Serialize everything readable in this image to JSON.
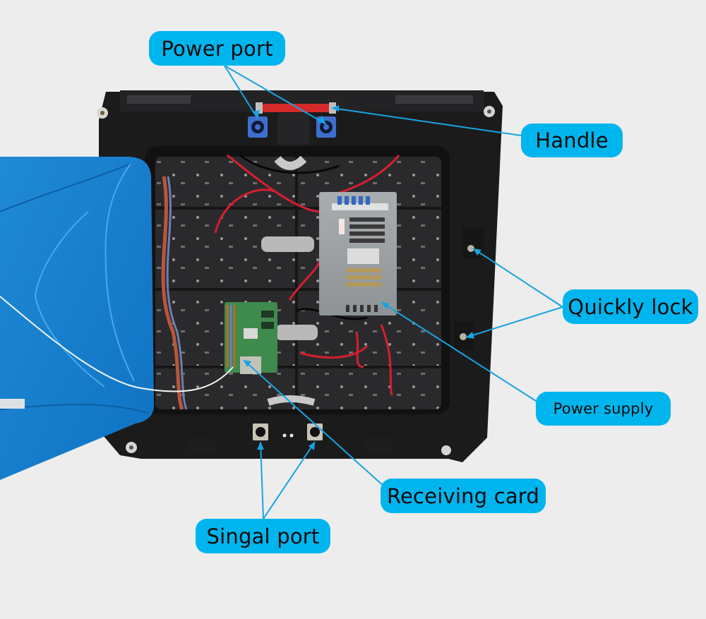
{
  "diagram": {
    "subject": "LED display cabinet rear view",
    "accent_color": "#00b5ee",
    "background_color": "#ededed",
    "callouts": [
      {
        "id": "power-port",
        "label": "Power port",
        "targets": 2
      },
      {
        "id": "handle",
        "label": "Handle",
        "targets": 1
      },
      {
        "id": "quickly-lock",
        "label": "Quickly lock",
        "targets": 2
      },
      {
        "id": "power-supply",
        "label": "Power supply",
        "targets": 1
      },
      {
        "id": "receiving-card",
        "label": "Receiving card",
        "targets": 1
      },
      {
        "id": "singal-port",
        "label": "Singal port",
        "targets": 2
      }
    ]
  }
}
